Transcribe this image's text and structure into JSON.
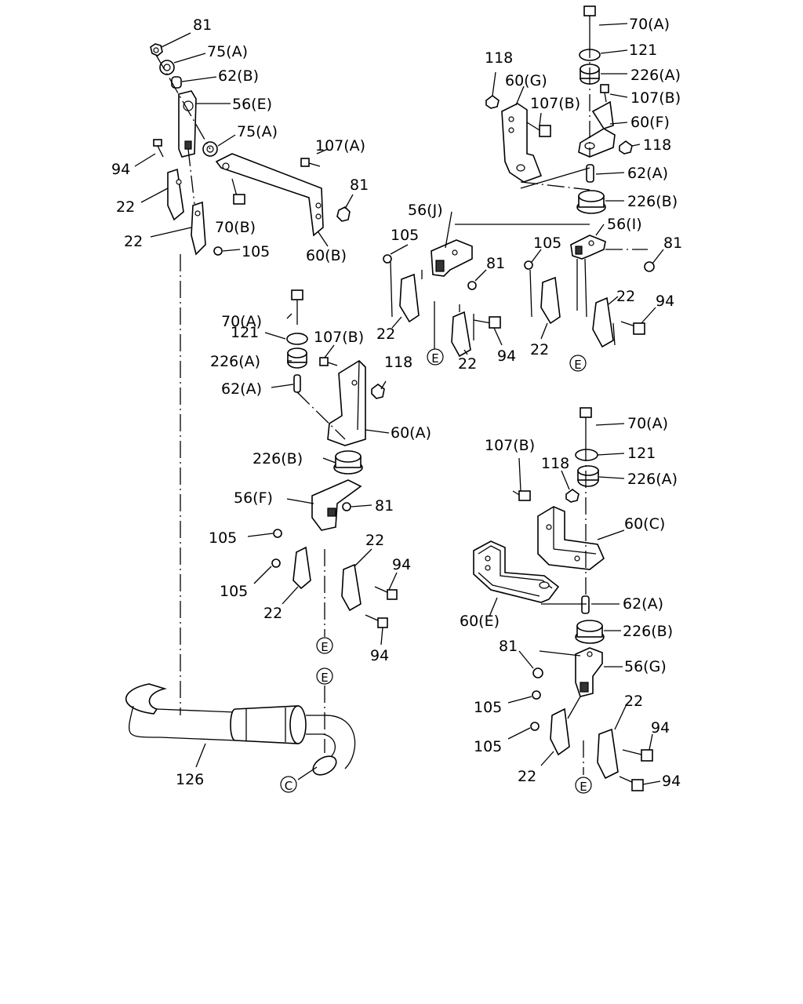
{
  "diagram": {
    "labels": {
      "l_81_a": "81",
      "l_75a_a": "75(A)",
      "l_62b": "62(B)",
      "l_56e": "56(E)",
      "l_75a_b": "75(A)",
      "l_94_a": "94",
      "l_22_a": "22",
      "l_22_b": "22",
      "l_70b": "70(B)",
      "l_105_a": "105",
      "l_107a": "107(A)",
      "l_81_b": "81",
      "l_60b": "60(B)",
      "l_118_a": "118",
      "l_60g": "60(G)",
      "l_107b_a": "107(B)",
      "l_70a_a": "70(A)",
      "l_121_a": "121",
      "l_226a_a": "226(A)",
      "l_107b_b": "107(B)",
      "l_60f": "60(F)",
      "l_118_b": "118",
      "l_62a_a": "62(A)",
      "l_226b_a": "226(B)",
      "l_56j": "56(J)",
      "l_105_b": "105",
      "l_81_c": "81",
      "l_22_c": "22",
      "l_22_d": "22",
      "l_94_b": "94",
      "l_105_c": "105",
      "l_56i": "56(I)",
      "l_81_d": "81",
      "l_22_e": "22",
      "l_94_c": "94",
      "l_22_f": "22",
      "l_70a_b": "70(A)",
      "l_121_b": "121",
      "l_107b_c": "107(B)",
      "l_226a_b": "226(A)",
      "l_118_c": "118",
      "l_62a_b": "62(A)",
      "l_60a": "60(A)",
      "l_226b_b": "226(B)",
      "l_56f": "56(F)",
      "l_81_e": "81",
      "l_105_d": "105",
      "l_22_g": "22",
      "l_94_d": "94",
      "l_105_e": "105",
      "l_22_h": "22",
      "l_94_e": "94",
      "l_107b_d": "107(B)",
      "l_118_d": "118",
      "l_70a_c": "70(A)",
      "l_121_c": "121",
      "l_226a_c": "226(A)",
      "l_60c": "60(C)",
      "l_60e": "60(E)",
      "l_62a_c": "62(A)",
      "l_226b_c": "226(B)",
      "l_81_f": "81",
      "l_56g": "56(G)",
      "l_105_f": "105",
      "l_22_i": "22",
      "l_94_f": "94",
      "l_105_g": "105",
      "l_22_j": "22",
      "l_94_g": "94",
      "l_126": "126"
    },
    "refs": {
      "e": "E",
      "c": "C"
    }
  }
}
